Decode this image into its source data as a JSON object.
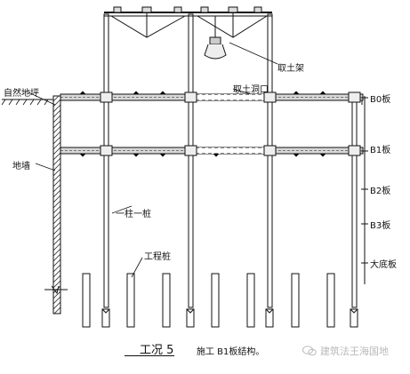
{
  "labels": {
    "excavation_frame": "取土架",
    "excavation_opening": "取土洞口",
    "natural_ground": "自然地坪",
    "diaphragm_wall": "地墙",
    "column_pile": "一柱一桩",
    "engineering_pile": "工程桩",
    "slab_b0": "B0板",
    "slab_b1": "B1板",
    "slab_b2": "B2板",
    "slab_b3": "B3板",
    "base_slab": "大底板"
  },
  "stage_title": "工况 5",
  "stage_caption": "施工 B1板结构。",
  "watermark": "建筑法王海国地",
  "colors": {
    "line": "#111111",
    "hatch": "#333333",
    "watermark": "#b9b9b9"
  }
}
